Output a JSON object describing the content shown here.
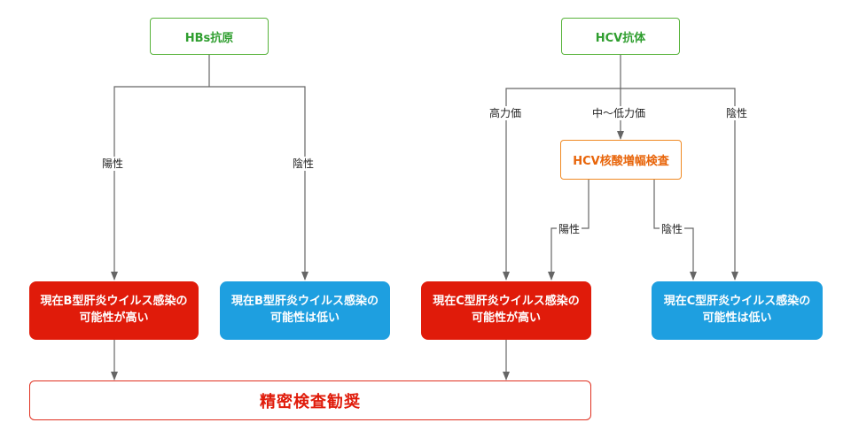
{
  "nodes": {
    "hbs_antigen": "HBs抗原",
    "hcv_antibody": "HCV抗体",
    "hcv_nat": "HCV核酸増幅検査",
    "hbv_likely": [
      "現在B型肝炎ウイルス感染の",
      "可能性が高い"
    ],
    "hbv_unlikely": [
      "現在B型肝炎ウイルス感染の",
      "可能性は低い"
    ],
    "hcv_likely": [
      "現在C型肝炎ウイルス感染の",
      "可能性が高い"
    ],
    "hcv_unlikely": [
      "現在C型肝炎ウイルス感染の",
      "可能性は低い"
    ],
    "detailed_exam": "精密検査勧奨"
  },
  "edge_labels": {
    "hbs_positive": "陽性",
    "hbs_negative": "陰性",
    "hcv_high": "高力価",
    "hcv_mid_low": "中〜低力価",
    "hcv_negative": "陰性",
    "nat_positive": "陽性",
    "nat_negative": "陰性"
  },
  "colors": {
    "green_border": "#58b33b",
    "orange_border": "#f08a24",
    "red_fill": "#e01b0a",
    "blue_fill": "#1e9fe0",
    "connector": "#666666"
  }
}
